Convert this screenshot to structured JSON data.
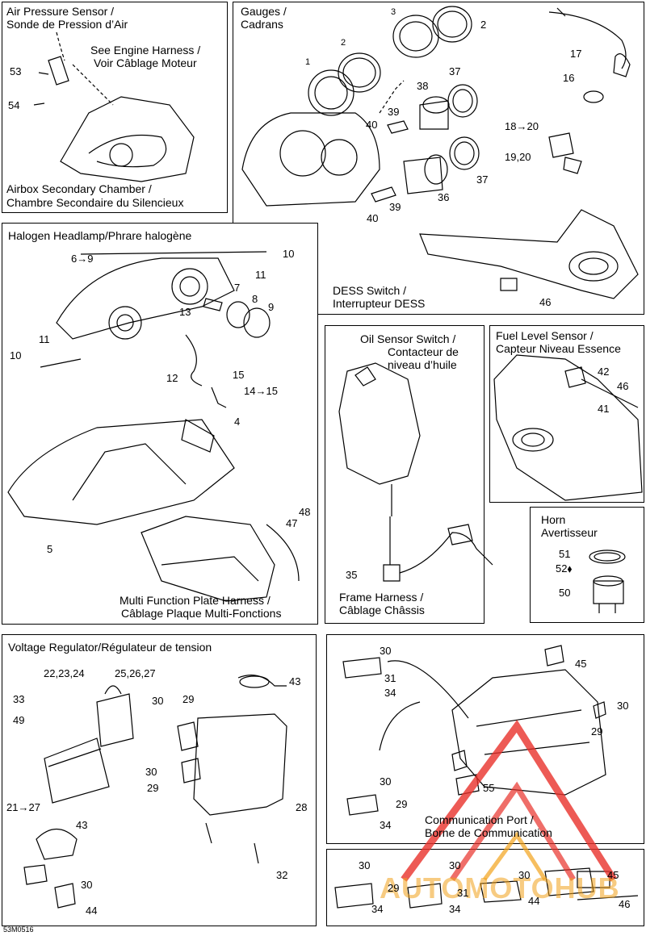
{
  "panels": {
    "air_pressure": {
      "title1": "Air Pressure Sensor /",
      "title2": "Sonde de Pression d’Air",
      "note1": "See Engine Harness /",
      "note2": "Voir Câblage Moteur",
      "caption1": "Airbox Secondary Chamber /",
      "caption2": "Chambre Secondaire du Silencieux",
      "parts": [
        "53",
        "54"
      ]
    },
    "gauges": {
      "title1": "Gauges /",
      "title2": "Cadrans",
      "caption1": "DESS Switch /",
      "caption2": "Interrupteur DESS",
      "parts": [
        "1",
        "2",
        "3",
        "2",
        "37",
        "38",
        "39",
        "40",
        "37",
        "36",
        "39",
        "40",
        "17",
        "16",
        "18→20",
        "19,20",
        "46"
      ]
    },
    "headlamp": {
      "title": "Halogen Headlamp/Phrare halogène",
      "caption1": "Multi Function Plate Harness /",
      "caption2": "Câblage Plaque Multi-Fonctions",
      "parts": [
        "6→9",
        "10",
        "11",
        "7",
        "8",
        "9",
        "13",
        "11",
        "10",
        "12",
        "15",
        "14→15",
        "4",
        "48",
        "47",
        "5"
      ]
    },
    "oil_sensor": {
      "title1": "Oil Sensor Switch /",
      "title2": "Contacteur de",
      "title3": "niveau d’huile",
      "caption1": "Frame Harness /",
      "caption2": "Câblage Châssis",
      "parts": [
        "35"
      ]
    },
    "fuel_level": {
      "title1": "Fuel Level Sensor /",
      "title2": "Capteur Niveau Essence",
      "parts": [
        "42",
        "46",
        "41"
      ]
    },
    "horn": {
      "title1": "Horn",
      "title2": "Avertisseur",
      "parts": [
        "51",
        "52⬧",
        "50"
      ]
    },
    "voltage": {
      "title": "Voltage Regulator/Régulateur de tension",
      "parts": [
        "22,23,24",
        "25,26,27",
        "43",
        "33",
        "49",
        "30",
        "29",
        "30",
        "29",
        "28",
        "21→27",
        "43",
        "30",
        "44",
        "32"
      ]
    },
    "comm_port": {
      "caption1": "Communication Port /",
      "caption2": "Borne de Communication",
      "parts": [
        "30",
        "31",
        "34",
        "45",
        "30",
        "29",
        "55",
        "30",
        "29",
        "34"
      ]
    },
    "bottom_strip": {
      "parts": [
        "30",
        "29",
        "34",
        "30",
        "31",
        "34",
        "30",
        "44",
        "45",
        "46"
      ]
    }
  },
  "footer": {
    "code": "53M0516"
  },
  "watermark": {
    "text": "AUTOMOTOHUB",
    "color": "#e8312a",
    "accent": "#f2a21b"
  }
}
